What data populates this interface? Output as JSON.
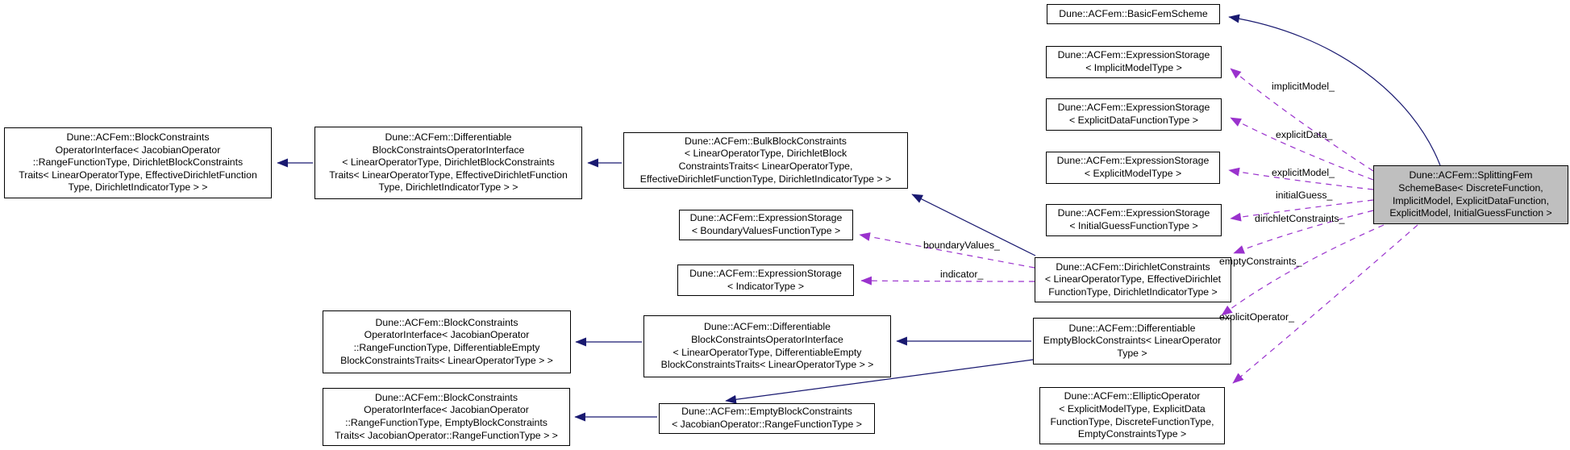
{
  "diagram": {
    "kind": "class-collaboration-graph",
    "colors": {
      "inheritance_edge": "#191970",
      "usage_edge": "#9a32cd",
      "node_border": "#000000",
      "node_fill": "#ffffff",
      "focus_node_fill": "#bfbfbf",
      "text": "#000000",
      "background": "#ffffff"
    }
  },
  "nodes": [
    {
      "id": "block-constraints-operator-interface-dirichlet",
      "lines": [
        "Dune::ACFem::BlockConstraints",
        "OperatorInterface< JacobianOperator",
        "::RangeFunctionType, DirichletBlockConstraints",
        "Traits< LinearOperatorType, EffectiveDirichletFunction",
        "Type, DirichletIndicatorType > >"
      ]
    },
    {
      "id": "differentiable-block-constraints-operator-interface-dirichlet",
      "lines": [
        "Dune::ACFem::Differentiable",
        "BlockConstraintsOperatorInterface",
        "< LinearOperatorType, DirichletBlockConstraints",
        "Traits< LinearOperatorType, EffectiveDirichletFunction",
        "Type, DirichletIndicatorType > >"
      ]
    },
    {
      "id": "bulk-block-constraints",
      "lines": [
        "Dune::ACFem::BulkBlockConstraints",
        "< LinearOperatorType, DirichletBlock",
        "ConstraintsTraits< LinearOperatorType,",
        "EffectiveDirichletFunctionType, DirichletIndicatorType > >"
      ]
    },
    {
      "id": "expression-storage-boundary-values",
      "lines": [
        "Dune::ACFem::ExpressionStorage",
        "< BoundaryValuesFunctionType >"
      ]
    },
    {
      "id": "expression-storage-indicator",
      "lines": [
        "Dune::ACFem::ExpressionStorage",
        "< IndicatorType >"
      ]
    },
    {
      "id": "block-constraints-operator-interface-differentiable-empty",
      "lines": [
        "Dune::ACFem::BlockConstraints",
        "OperatorInterface< JacobianOperator",
        "::RangeFunctionType, DifferentiableEmpty",
        "BlockConstraintsTraits< LinearOperatorType > >"
      ]
    },
    {
      "id": "differentiable-block-constraints-operator-interface-empty",
      "lines": [
        "Dune::ACFem::Differentiable",
        "BlockConstraintsOperatorInterface",
        "< LinearOperatorType, DifferentiableEmpty",
        "BlockConstraintsTraits< LinearOperatorType > >"
      ]
    },
    {
      "id": "block-constraints-operator-interface-empty",
      "lines": [
        "Dune::ACFem::BlockConstraints",
        "OperatorInterface< JacobianOperator",
        "::RangeFunctionType, EmptyBlockConstraints",
        "Traits< JacobianOperator::RangeFunctionType > >"
      ]
    },
    {
      "id": "empty-block-constraints",
      "lines": [
        "Dune::ACFem::EmptyBlockConstraints",
        "< JacobianOperator::RangeFunctionType >"
      ]
    },
    {
      "id": "basic-fem-scheme",
      "lines": [
        "Dune::ACFem::BasicFemScheme"
      ]
    },
    {
      "id": "expression-storage-implicit-model",
      "lines": [
        "Dune::ACFem::ExpressionStorage",
        "< ImplicitModelType >"
      ]
    },
    {
      "id": "expression-storage-explicit-data",
      "lines": [
        "Dune::ACFem::ExpressionStorage",
        "< ExplicitDataFunctionType >"
      ]
    },
    {
      "id": "expression-storage-explicit-model",
      "lines": [
        "Dune::ACFem::ExpressionStorage",
        "< ExplicitModelType >"
      ]
    },
    {
      "id": "expression-storage-initial-guess",
      "lines": [
        "Dune::ACFem::ExpressionStorage",
        "< InitialGuessFunctionType >"
      ]
    },
    {
      "id": "dirichlet-constraints",
      "lines": [
        "Dune::ACFem::DirichletConstraints",
        "< LinearOperatorType, EffectiveDirichlet",
        "FunctionType, DirichletIndicatorType >"
      ]
    },
    {
      "id": "differentiable-empty-block-constraints",
      "lines": [
        "Dune::ACFem::Differentiable",
        "EmptyBlockConstraints< LinearOperator",
        "Type >"
      ]
    },
    {
      "id": "elliptic-operator",
      "lines": [
        "Dune::ACFem::EllipticOperator",
        "< ExplicitModelType, ExplicitData",
        "FunctionType, DiscreteFunctionType,",
        "EmptyConstraintsType >"
      ]
    },
    {
      "id": "splitting-fem-scheme-base",
      "lines": [
        "Dune::ACFem::SplittingFem",
        "SchemeBase< DiscreteFunction,",
        "ImplicitModel, ExplicitDataFunction,",
        "ExplicitModel, InitialGuessFunction >"
      ]
    }
  ],
  "edge_labels": [
    {
      "text": "implicitModel_"
    },
    {
      "text": "explicitData_"
    },
    {
      "text": "explicitModel_"
    },
    {
      "text": "initialGuess_"
    },
    {
      "text": "dirichletConstraints_"
    },
    {
      "text": "emptyConstraints_"
    },
    {
      "text": "explicitOperator_"
    },
    {
      "text": "boundaryValues_"
    },
    {
      "text": "indicator_"
    }
  ],
  "edges": [
    {
      "from": "differentiable-block-constraints-operator-interface-dirichlet",
      "to": "block-constraints-operator-interface-dirichlet",
      "style": "solid"
    },
    {
      "from": "bulk-block-constraints",
      "to": "differentiable-block-constraints-operator-interface-dirichlet",
      "style": "solid"
    },
    {
      "from": "dirichlet-constraints",
      "to": "bulk-block-constraints",
      "style": "solid"
    },
    {
      "from": "differentiable-block-constraints-operator-interface-empty",
      "to": "block-constraints-operator-interface-differentiable-empty",
      "style": "solid"
    },
    {
      "from": "differentiable-empty-block-constraints",
      "to": "differentiable-block-constraints-operator-interface-empty",
      "style": "solid"
    },
    {
      "from": "empty-block-constraints",
      "to": "block-constraints-operator-interface-empty",
      "style": "solid"
    },
    {
      "from": "differentiable-empty-block-constraints",
      "to": "empty-block-constraints",
      "style": "solid"
    },
    {
      "from": "splitting-fem-scheme-base",
      "to": "basic-fem-scheme",
      "style": "solid"
    },
    {
      "from": "splitting-fem-scheme-base",
      "to": "expression-storage-implicit-model",
      "style": "dashed",
      "label": "implicitModel_"
    },
    {
      "from": "splitting-fem-scheme-base",
      "to": "expression-storage-explicit-data",
      "style": "dashed",
      "label": "explicitData_"
    },
    {
      "from": "splitting-fem-scheme-base",
      "to": "expression-storage-explicit-model",
      "style": "dashed",
      "label": "explicitModel_"
    },
    {
      "from": "splitting-fem-scheme-base",
      "to": "expression-storage-initial-guess",
      "style": "dashed",
      "label": "initialGuess_"
    },
    {
      "from": "splitting-fem-scheme-base",
      "to": "dirichlet-constraints",
      "style": "dashed",
      "label": "dirichletConstraints_"
    },
    {
      "from": "splitting-fem-scheme-base",
      "to": "differentiable-empty-block-constraints",
      "style": "dashed",
      "label": "emptyConstraints_"
    },
    {
      "from": "splitting-fem-scheme-base",
      "to": "elliptic-operator",
      "style": "dashed",
      "label": "explicitOperator_"
    },
    {
      "from": "dirichlet-constraints",
      "to": "expression-storage-boundary-values",
      "style": "dashed",
      "label": "boundaryValues_"
    },
    {
      "from": "dirichlet-constraints",
      "to": "expression-storage-indicator",
      "style": "dashed",
      "label": "indicator_"
    }
  ]
}
